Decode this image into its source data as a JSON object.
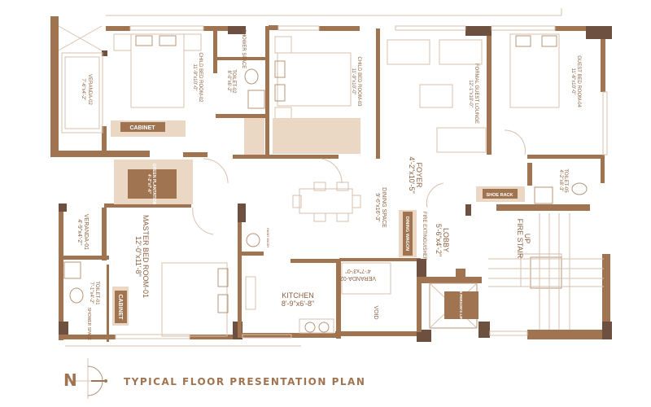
{
  "title": "TYPICAL FLOOR PRESENTATION PLAN",
  "compass_letter": "N",
  "colors": {
    "wall": "#a07451",
    "column": "#6e5040",
    "line": "#d8c2ad"
  },
  "rooms": {
    "veranda_02_left": {
      "name": "VERANDA-02",
      "size": "7'-6\"x4'-2\""
    },
    "child_bed_02": {
      "name": "CHILD BED ROOM-02",
      "size": "11'-9\"x10'-0\""
    },
    "shower_02": {
      "name": "SHOWER SPACE"
    },
    "toilet_02": {
      "name": "TOILET-02",
      "size": "8'-0\"x6'-2\""
    },
    "child_bed_03": {
      "name": "CHILD BED ROOM-03",
      "size": "11'-9\"x10'-0\""
    },
    "formal_lounge": {
      "name": "FORMAL GUEST LOUNGE",
      "size": "12'-1\"x10'-0\""
    },
    "guest_bed_04": {
      "name": "GUEST BED ROOM-04",
      "size": "11'-6\"x10'-0\""
    },
    "toilet_05": {
      "name": "TOILET-05",
      "size": "4'-2\"x8'-3\""
    },
    "foyer": {
      "name": "FOYER",
      "size": "4'-2\"x10'-5\""
    },
    "dining": {
      "name": "DINING SPACE",
      "size": "9'-6\"x16'-3\""
    },
    "lobby": {
      "name": "LOBBY",
      "size": "5'-6\"x4'-2\""
    },
    "fire_stair": {
      "name": "FIRE STAIR",
      "up": "UP"
    },
    "green_plantation": {
      "name": "GREEN PLANTATION",
      "size": "4'-2\"x7'-6\""
    },
    "master_bed": {
      "name": "MASTER BED ROOM-01",
      "size": "12'-0\"x11'-8\""
    },
    "veranda_01": {
      "name": "VERANDA-01",
      "size": "4'-9\"x4'-2\""
    },
    "toilet_01": {
      "name": "TOILET-01",
      "size": "7'-1\"x4'-2\""
    },
    "shower_01": {
      "name": "SHOWER SPACE"
    },
    "kitchen": {
      "name": "KITCHEN",
      "size": "8'-9\"x6'-8\""
    },
    "veranda_02_small": {
      "name": "VERANDA-02",
      "size": "4'-7\"x3'-0\""
    },
    "void": {
      "name": "VOID"
    },
    "lift": {
      "name": "06 PERSON'S LIFT"
    },
    "hand_wash": {
      "name": "HAND WASH"
    },
    "fire_extinguisher": {
      "name": "FIRE EXTINGUISHER"
    }
  },
  "furniture": {
    "cabinet_top": "CABINET",
    "cabinet_master": "CABINET",
    "shoe_rack": "SHOE RACK",
    "dining_wagon": "DINING WAGON"
  }
}
